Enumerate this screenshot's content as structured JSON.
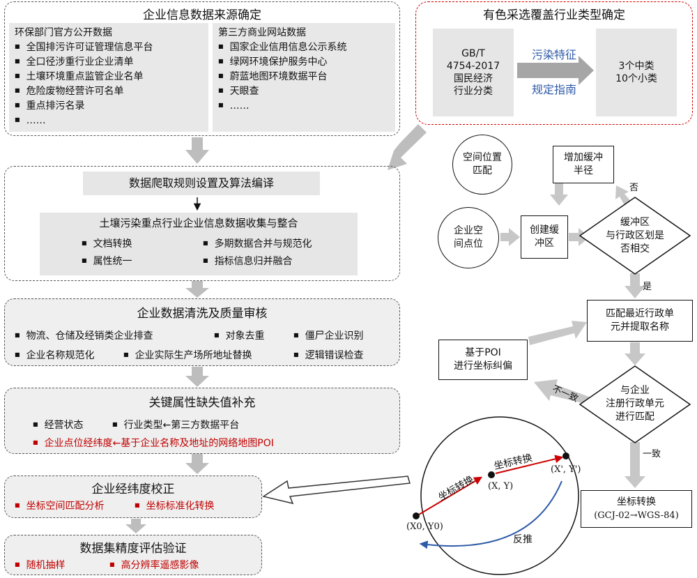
{
  "sources": {
    "title": "企业信息数据来源确定",
    "left_title": "环保部门官方公开数据",
    "left_items": [
      "全国排污许可证管理信息平台",
      "全口径涉重行业企业清单",
      "土壤环境重点监管企业名单",
      "危险废物经营许可名单",
      "重点排污名录",
      "……"
    ],
    "right_title": "第三方商业网站数据",
    "right_items": [
      "国家企业信用信息公示系统",
      "绿网环境保护服务中心",
      "蔚蓝地图环境数据平台",
      "天眼查",
      "……"
    ]
  },
  "industry": {
    "title": "有色采选覆盖行业类型确定",
    "left": [
      "GB/T",
      "4754-2017",
      "国民经济",
      "行业分类"
    ],
    "arrow_top": "污染特征",
    "arrow_bottom": "规定指南",
    "right": [
      "3个中类",
      "10个小类"
    ]
  },
  "crawl": {
    "header": "数据爬取规则设置及算法编译",
    "sub_title": "土壤污染重点行业企业信息数据收集与整合",
    "items_left": [
      "文档转换",
      "属性统一"
    ],
    "items_right": [
      "多期数据合并与规范化",
      "指标信息归并融合"
    ]
  },
  "clean": {
    "title": "企业数据清洗及质量审核",
    "row1": [
      "物流、仓储及经销类企业排查",
      "对象去重",
      "僵尸企业识别"
    ],
    "row2": [
      "企业名称规范化",
      "企业实际生产场所地址替换",
      "逻辑错误检查"
    ]
  },
  "fill": {
    "title": "关键属性缺失值补充",
    "row1": [
      "经营状态",
      "行业类型←第三方数据平台"
    ],
    "row2": "企业点位经纬度←基于企业名称及地址的网络地图POI"
  },
  "calib": {
    "title": "企业经纬度校正",
    "items": [
      "坐标空间匹配分析",
      "坐标标准化转换"
    ]
  },
  "eval": {
    "title": "数据集精度评估验证",
    "items": [
      "随机抽样",
      "高分辨率遥感影像"
    ]
  },
  "flow": {
    "spatial_match": [
      "空间位置",
      "匹配"
    ],
    "add_buffer": [
      "增加缓冲",
      "半径"
    ],
    "point": [
      "企业空",
      "间点位"
    ],
    "create_buffer": [
      "创建缓",
      "冲区"
    ],
    "decision1": [
      "缓冲区",
      "与行政区划是",
      "否相交"
    ],
    "no_label": "否",
    "yes_label": "是",
    "match_nearest": [
      "匹配最近行政单",
      "元并提取名称"
    ],
    "poi": [
      "基于POI",
      "进行坐标纠偏"
    ],
    "decision2": [
      "与企业",
      "注册行政单元",
      "进行匹配"
    ],
    "mismatch_label": "不一致",
    "match_label": "一致",
    "convert_title": "坐标转换",
    "convert_sub": "(GCJ-02→WGS-84)"
  },
  "circle": {
    "label_a": "坐标转换",
    "label_b": "坐标转换",
    "back_label": "反推",
    "p0": "(X0, Y0)",
    "p1": "(X, Y)",
    "p2": "(X', Y')"
  }
}
